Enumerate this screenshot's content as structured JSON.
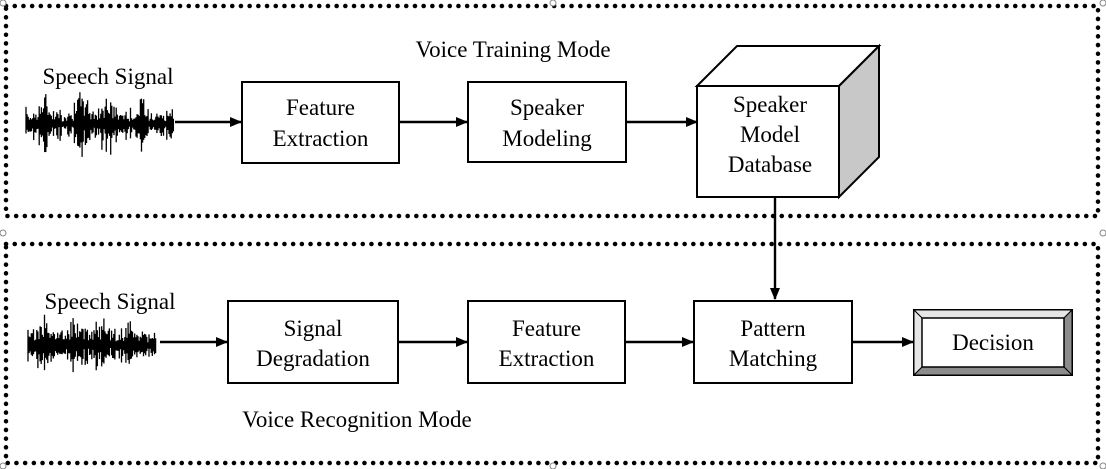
{
  "training": {
    "title": "Voice Training Mode",
    "speech_label": "Speech Signal",
    "feature_extraction": [
      "Feature",
      "Extraction"
    ],
    "speaker_modeling": [
      "Speaker",
      "Modeling"
    ],
    "database": [
      "Speaker",
      "Model",
      "Database"
    ]
  },
  "recognition": {
    "title": "Voice Recognition Mode",
    "speech_label": "Speech Signal",
    "signal_degradation": [
      "Signal",
      "Degradation"
    ],
    "feature_extraction": [
      "Feature",
      "Extraction"
    ],
    "pattern_matching": [
      "Pattern",
      "Matching"
    ],
    "decision": "Decision"
  },
  "colors": {
    "ink": "#000000",
    "cube_side": "#c8c8c8",
    "decision_bevel_light": "#e6e6e6",
    "decision_bevel_dark": "#8c8c8c"
  }
}
